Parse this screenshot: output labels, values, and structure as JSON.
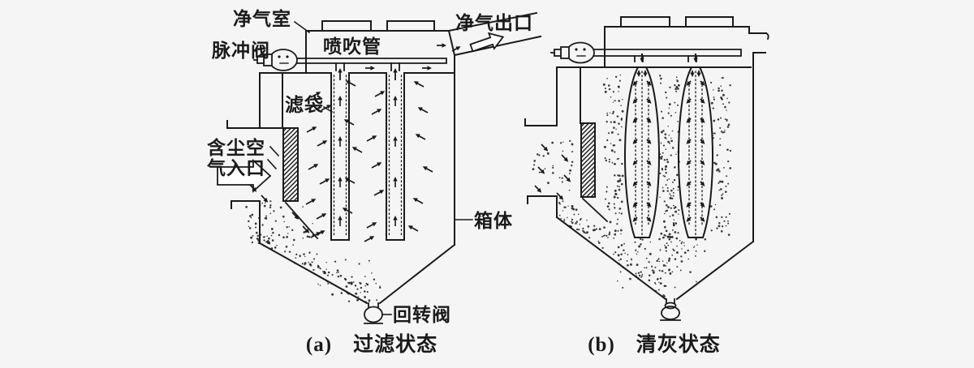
{
  "colors": {
    "ink": "#1a1a1a",
    "background": "#f5f5f5",
    "arrow_fill": "#ffffff"
  },
  "labels": {
    "clean_air_chamber": "净气室",
    "pulse_valve": "脉冲阀",
    "blow_pipe": "喷吹管",
    "clean_air_outlet": "净气出口",
    "filter_bag": "滤袋",
    "dusty_air_inlet_line1": "含尘空",
    "dusty_air_inlet_line2": "气入口",
    "box_body": "箱体",
    "rotary_valve": "回转阀"
  },
  "captions": {
    "panel_a": "(a)　过滤状态",
    "panel_b": "(b)　清灰状态"
  }
}
